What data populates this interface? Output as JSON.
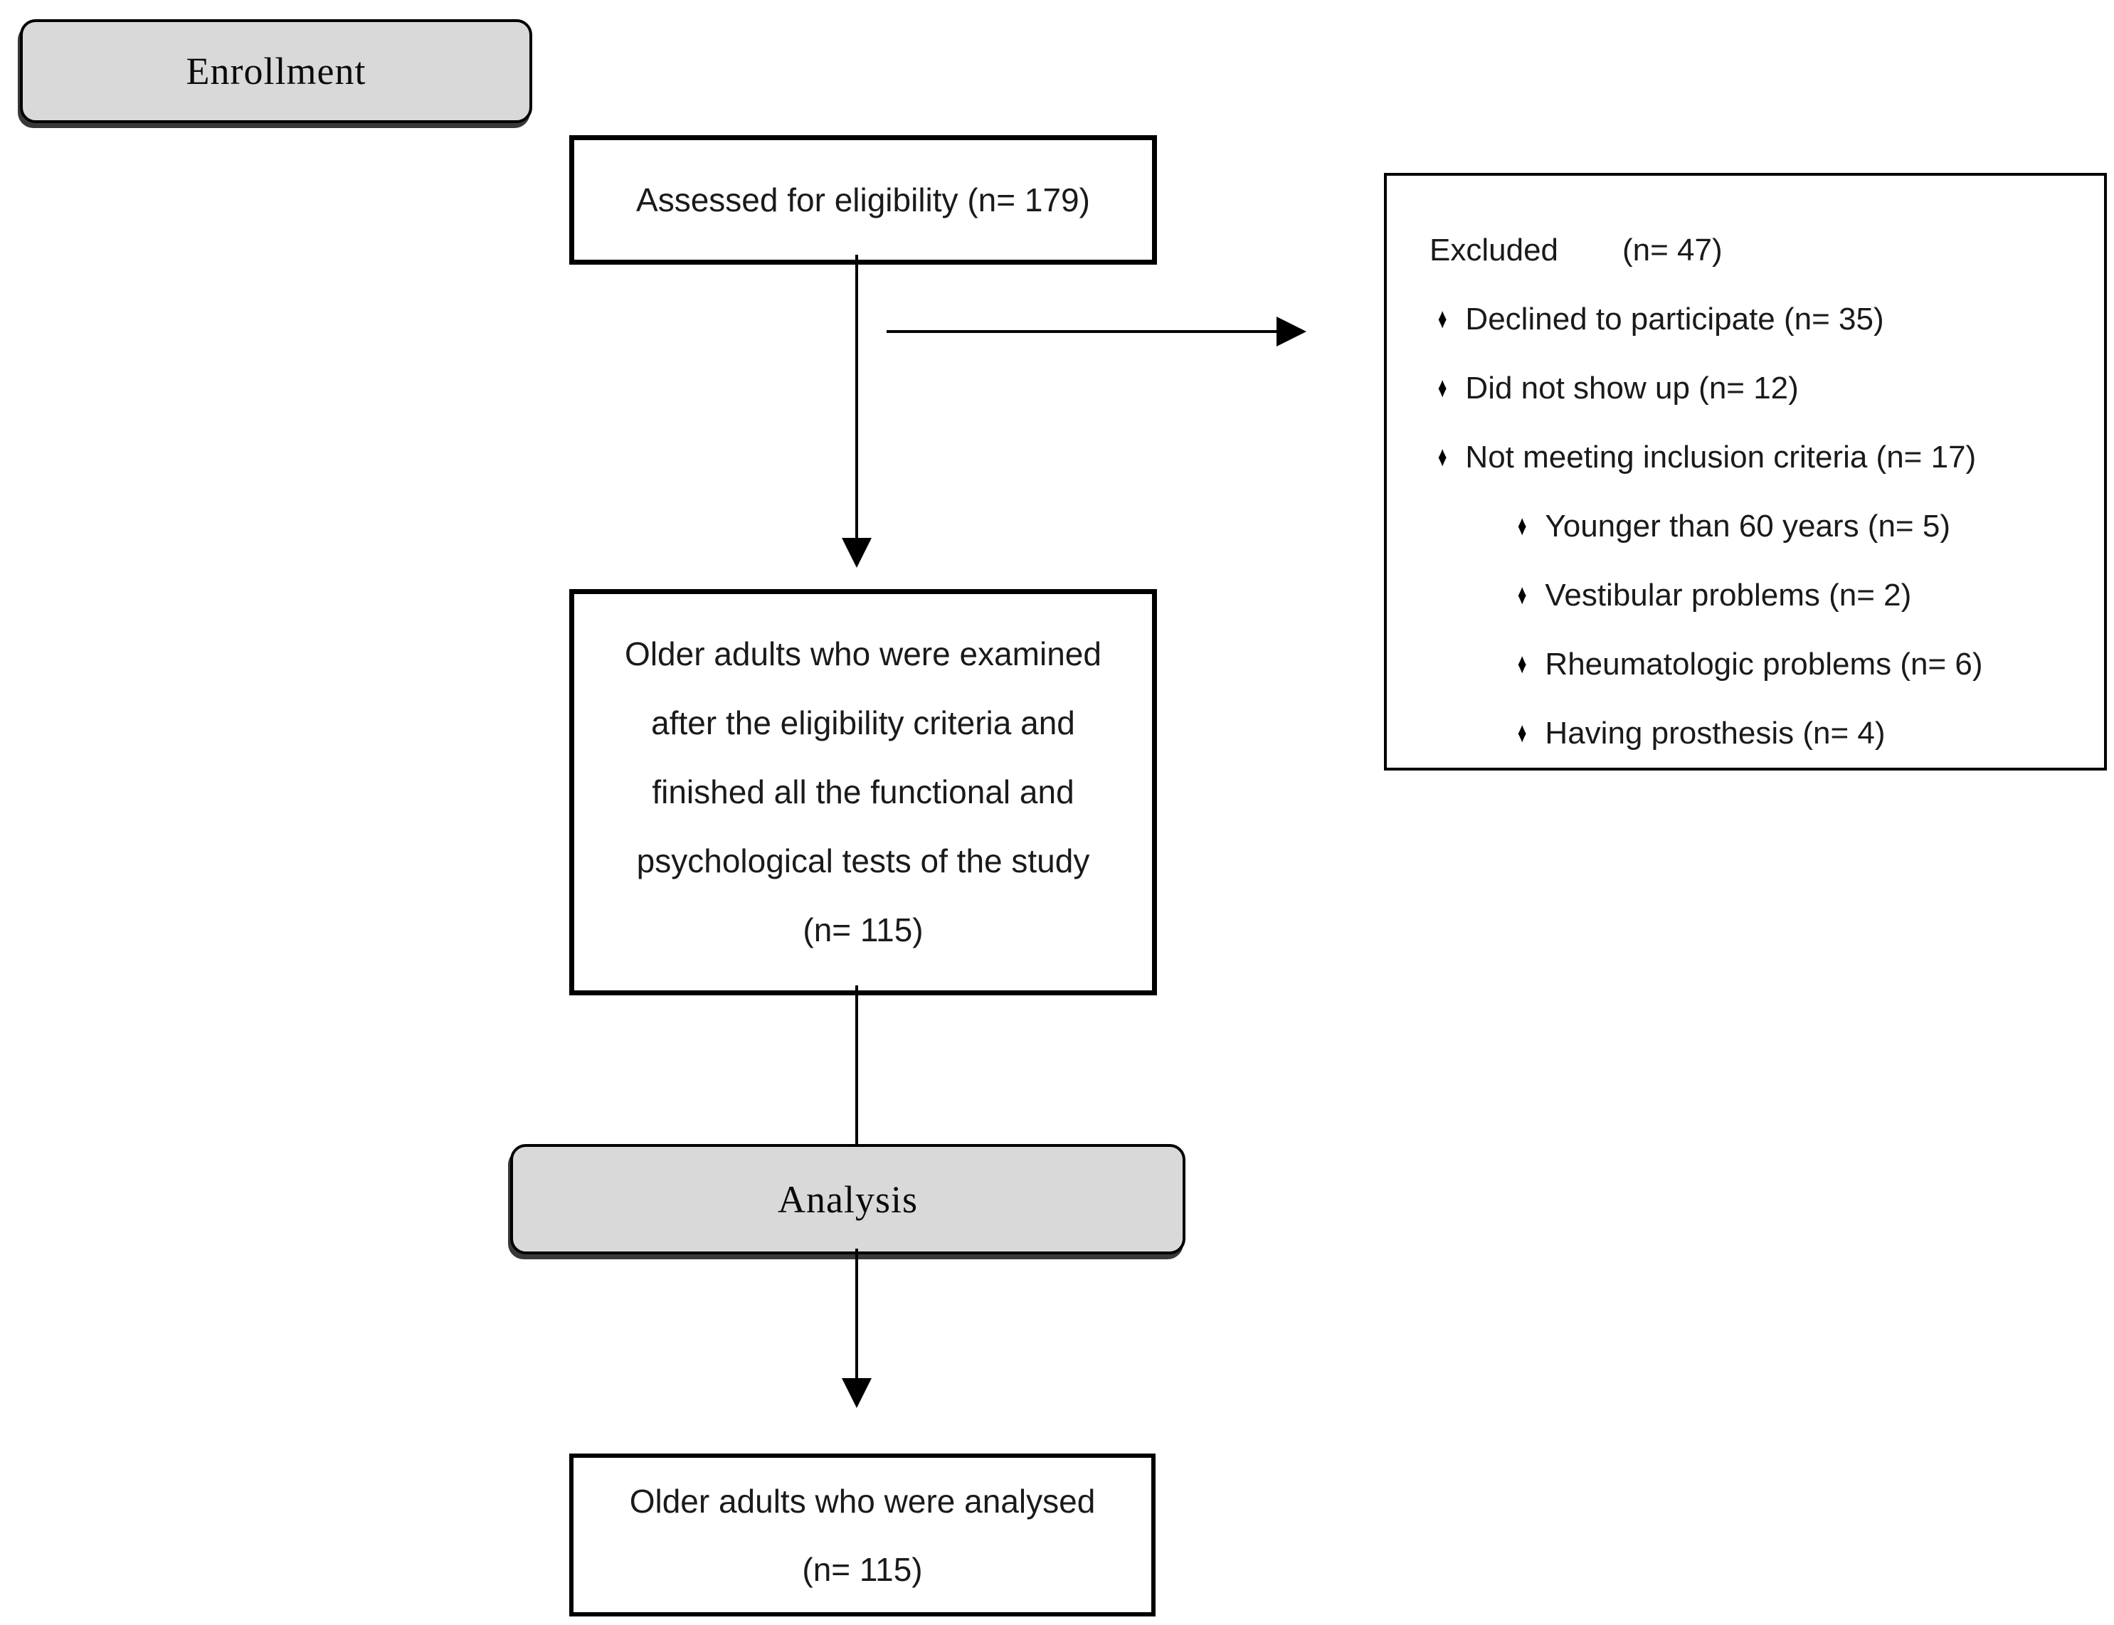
{
  "flowchart": {
    "stages": {
      "enrollment_label": "Enrollment",
      "analysis_label": "Analysis"
    },
    "assessed_box": {
      "text": "Assessed for eligibility (n= 179)"
    },
    "excluded_box": {
      "title": "Excluded",
      "title_count": "(n= 47)",
      "bullet_glyph": "♦",
      "items": [
        {
          "label": "Declined to participate (n= 35)",
          "level": 1
        },
        {
          "label": "Did not show up (n= 12)",
          "level": 1
        },
        {
          "label": "Not meeting inclusion criteria (n= 17)",
          "level": 1
        },
        {
          "label": "Younger than 60 years (n= 5)",
          "level": 2
        },
        {
          "label": "Vestibular problems (n= 2)",
          "level": 2
        },
        {
          "label": "Rheumatologic problems (n= 6)",
          "level": 2
        },
        {
          "label": "Having prosthesis (n= 4)",
          "level": 2
        }
      ]
    },
    "examined_box": {
      "lines": [
        "Older adults who were examined",
        "after the eligibility criteria and",
        "finished all the functional and",
        "psychological tests of the study",
        "(n= 115)"
      ]
    },
    "analysed_box": {
      "lines": [
        "Older adults who were analysed",
        "(n= 115)"
      ]
    },
    "colors": {
      "stage_fill": "#d9d9d9",
      "line_color": "#000000",
      "background": "#ffffff"
    }
  }
}
